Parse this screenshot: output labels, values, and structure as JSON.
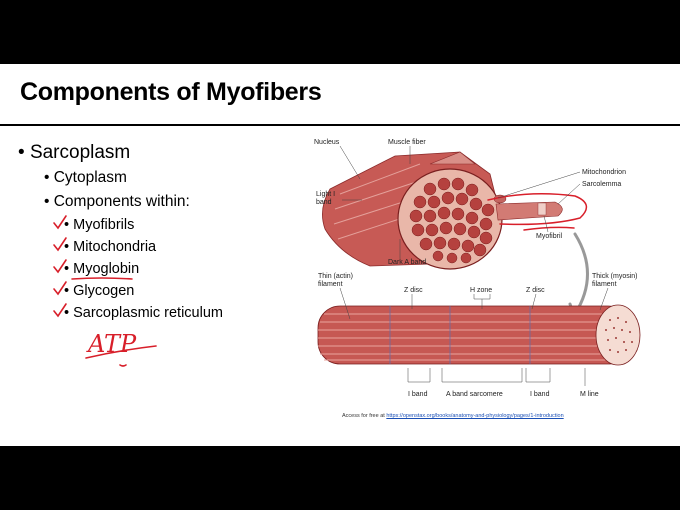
{
  "slide": {
    "title": "Components of Myofibers",
    "bullets": {
      "level1": "Sarcoplasm",
      "level2": [
        "Cytoplasm",
        "Components within:"
      ],
      "level3": [
        "Myofibrils",
        "Mitochondria",
        "Myoglobin",
        "Glycogen",
        "Sarcoplasmic reticulum"
      ]
    },
    "handwriting": "ATP"
  },
  "figure": {
    "top_labels": {
      "nucleus": "Nucleus",
      "muscle_fiber": "Muscle fiber",
      "mitochondrion": "Mitochondrion",
      "sarcolemma": "Sarcolemma",
      "light_band_1": "Light I",
      "light_band_2": "band",
      "dark_band": "Dark A band",
      "myofibril": "Myofibril"
    },
    "bottom_labels": {
      "thin_1": "Thin (actin)",
      "thin_2": "filament",
      "z_disc_left": "Z disc",
      "h_zone": "H zone",
      "z_disc_right": "Z disc",
      "thick_1": "Thick (myosin)",
      "thick_2": "filament",
      "i_band_left": "I band",
      "a_band_sarcomere": "A band sarcomere",
      "i_band_right": "I band",
      "m_line": "M line"
    },
    "credit_prefix": "Access for free at",
    "credit_url": "https://openstax.org/books/anatomy-and-physiology/pages/1-introduction"
  },
  "colors": {
    "muscle_red": "#c0504d",
    "muscle_dark": "#8b2a2a",
    "ink_red": "#d81f2a"
  }
}
